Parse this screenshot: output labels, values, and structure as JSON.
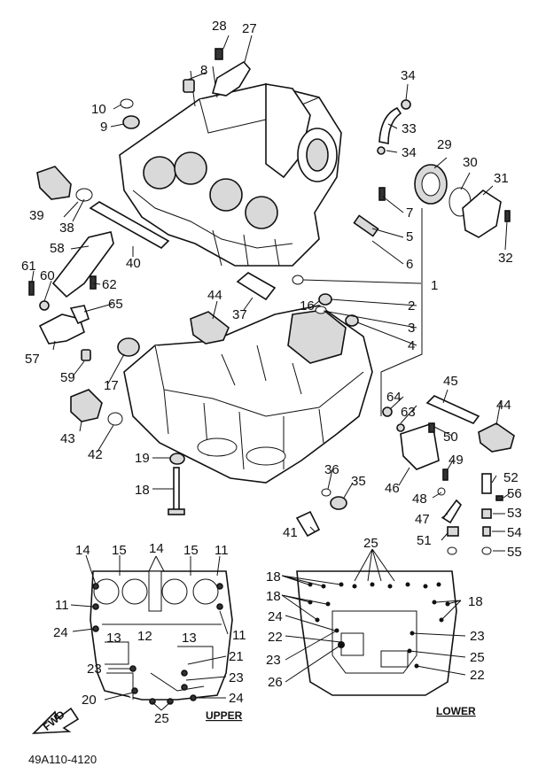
{
  "part_labels": {
    "p1": "1",
    "p2": "2",
    "p3": "3",
    "p4": "4",
    "p5": "5",
    "p6": "6",
    "p7": "7",
    "p8": "8",
    "p9": "9",
    "p10": "10",
    "p16": "16",
    "p17": "17",
    "p18": "18",
    "p19": "19",
    "p27": "27",
    "p28": "28",
    "p29": "29",
    "p30": "30",
    "p31": "31",
    "p32": "32",
    "p33": "33",
    "p34a": "34",
    "p34b": "34",
    "p35": "35",
    "p36": "36",
    "p37": "37",
    "p38": "38",
    "p39": "39",
    "p40": "40",
    "p41": "41",
    "p42": "42",
    "p43": "43",
    "p44a": "44",
    "p44b": "44",
    "p45": "45",
    "p46": "46",
    "p47": "47",
    "p48": "48",
    "p49": "49",
    "p50": "50",
    "p51": "51",
    "p52": "52",
    "p53": "53",
    "p54": "54",
    "p55": "55",
    "p56": "56",
    "p57": "57",
    "p58": "58",
    "p59": "59",
    "p60": "60",
    "p61": "61",
    "p62": "62",
    "p63": "63",
    "p64": "64",
    "p65": "65"
  },
  "upper_labels": {
    "u14a": "14",
    "u15a": "15",
    "u14b": "14",
    "u15b": "15",
    "u11a": "11",
    "u11b": "11",
    "u24a": "24",
    "u13a": "13",
    "u12": "12",
    "u13b": "13",
    "u11c": "11",
    "u23a": "23",
    "u21": "21",
    "u23b": "23",
    "u20": "20",
    "u24b": "24",
    "u25": "25"
  },
  "lower_labels": {
    "l25": "25",
    "l18a": "18",
    "l18b": "18",
    "l18c": "18",
    "l24": "24",
    "l22a": "22",
    "l23a": "23",
    "l26": "26",
    "l23b": "23",
    "l25b": "25",
    "l22b": "22"
  },
  "captions": {
    "upper": "UPPER",
    "lower": "LOWER",
    "fwd": "FWD"
  },
  "diagram_code": "49A110-4120"
}
